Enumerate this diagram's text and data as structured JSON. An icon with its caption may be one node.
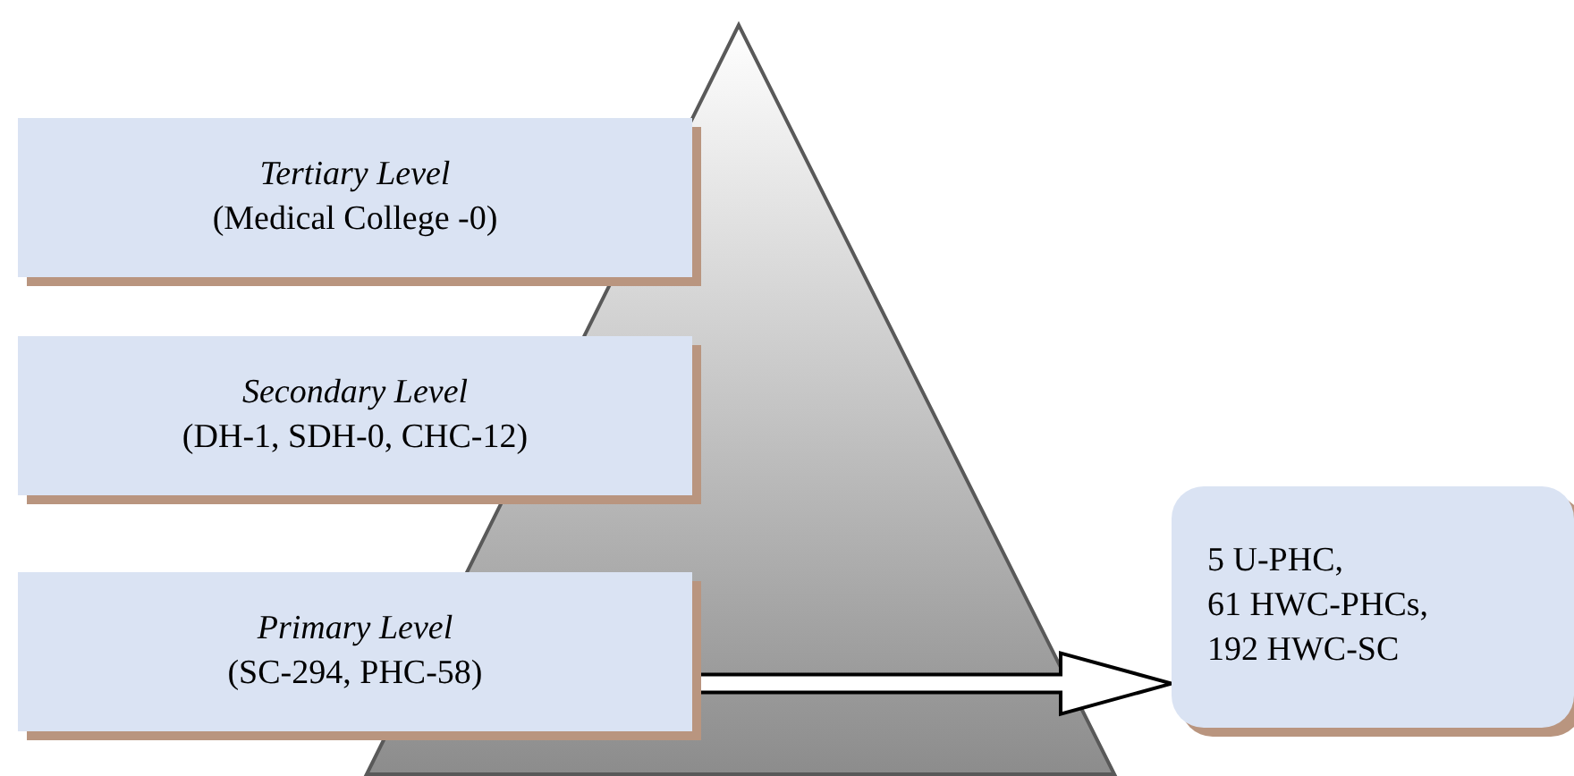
{
  "diagram": {
    "nodes": [
      {
        "text": [
          "Tertiary Level",
          "(Medical College -0)"
        ]
      },
      {
        "text": [
          "Secondary Level",
          "(DH-1, SDH-0, CHC-12)"
        ]
      },
      {
        "text": [
          "Primary Level",
          "(SC-294, PHC-58)"
        ]
      },
      {
        "text": [
          "5 U-PHC, 61 HWC-PHCs, 192 HWC-SC"
        ]
      }
    ],
    "edges": [
      {
        "from": 2,
        "to": 3,
        "arrow": "to"
      }
    ]
  }
}
